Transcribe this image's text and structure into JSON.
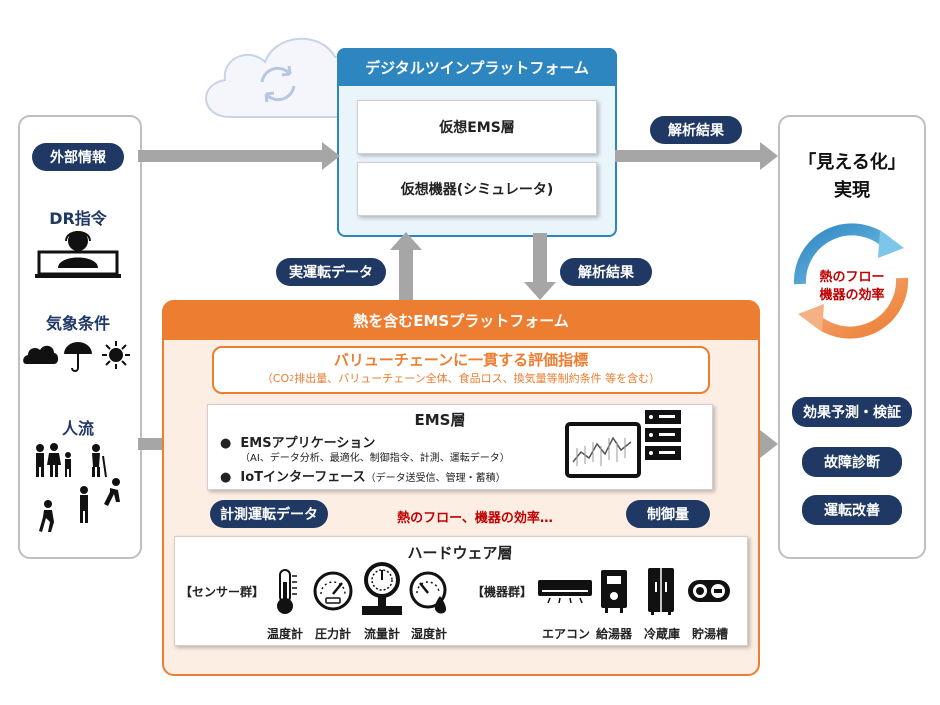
{
  "twin": {
    "title": "デジタルツインプラットフォーム",
    "layer1": "仮想EMS層",
    "layer2": "仮想機器(シミュレータ)"
  },
  "left": {
    "external_info": "外部情報",
    "dr": "DR指令",
    "weather": "気象条件",
    "people": "人流"
  },
  "arrows": {
    "result_top": "解析結果",
    "result_mid": "解析結果",
    "real_operation": "実運転データ",
    "measured_data": "計測運転データ",
    "control": "制御量",
    "heat_flow": "熱のフロー、機器の効率…"
  },
  "right": {
    "visualize_line1": "「見える化」",
    "visualize_line2": "実現",
    "cycle_line1": "熱のフロー",
    "cycle_line2": "機器の効率",
    "effect": "効果予測・検証",
    "diagnosis": "故障診断",
    "improve": "運転改善"
  },
  "ems_platform": {
    "title": "熱を含むEMSプラットフォーム",
    "value_chain_title": "バリューチェーンに一貫する評価指標",
    "value_chain_pre": "（CO",
    "value_chain_sub": "2",
    "value_chain_post": "排出量、バリューチェーン全体、食品ロス、換気量等制約条件 等を含む）",
    "ems_layer_title": "EMS層",
    "app_title": "EMSアプリケーション",
    "app_detail": "（AI、データ分析、最適化、制御指令、計測、運転データ）",
    "iot_title": "IoTインターフェース",
    "iot_detail": "（データ送受信、管理・蓄積）",
    "hardware_title": "ハードウェア層",
    "sensor_group": "【センサー群】",
    "device_group": "【機器群】",
    "sensors": [
      "温度計",
      "圧力計",
      "流量計",
      "湿度計"
    ],
    "devices": [
      "エアコン",
      "給湯器",
      "冷蔵庫",
      "貯湯槽"
    ]
  },
  "colors": {
    "navy": "#1f3864",
    "orange": "#ed7d31",
    "red": "#c00000",
    "blue": "#2e86c1"
  }
}
